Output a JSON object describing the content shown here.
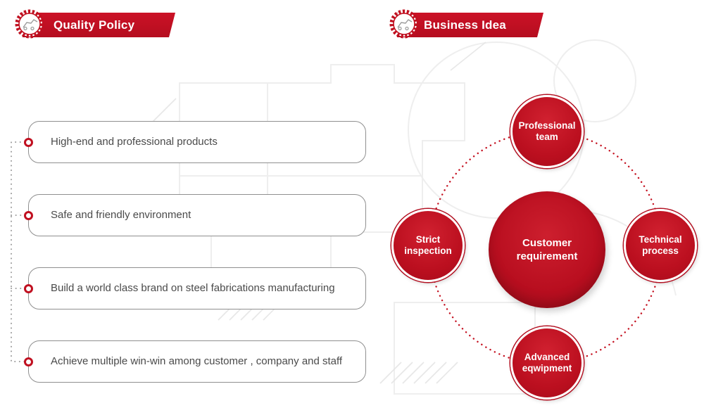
{
  "colors": {
    "accent_red": "#c01020",
    "dotted_red": "#c51322",
    "line_gray": "#9a9a9a",
    "text_gray": "#4a4a4a"
  },
  "left_section": {
    "header": {
      "label": "Quality Policy",
      "icon": "gear-machinery-icon"
    },
    "items": [
      {
        "label": "High-end and professional products"
      },
      {
        "label": "Safe and friendly environment"
      },
      {
        "label": "Build a world class brand on steel fabrications manufacturing"
      },
      {
        "label": "Achieve multiple win-win among customer , company and staff"
      }
    ]
  },
  "right_section": {
    "header": {
      "label": "Business Idea",
      "icon": "gear-machinery-icon"
    },
    "diagram": {
      "center": {
        "label": "Customer requirement"
      },
      "nodes": [
        {
          "position": "top",
          "label": "Professional team"
        },
        {
          "position": "left",
          "label": "Strict inspection"
        },
        {
          "position": "right",
          "label": "Technical process"
        },
        {
          "position": "bottom",
          "label": "Advanced eqwipment"
        }
      ]
    }
  }
}
